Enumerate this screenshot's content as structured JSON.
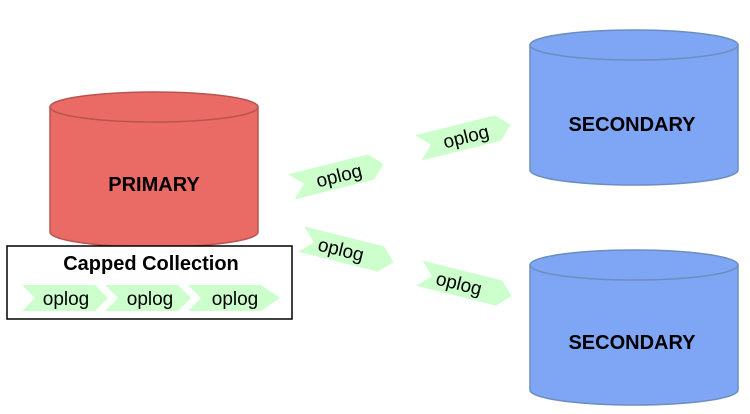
{
  "nodes": {
    "primary": {
      "label": "PRIMARY",
      "fill": "#EA6B66",
      "stroke": "#B85450"
    },
    "secondary_top": {
      "label": "SECONDARY",
      "fill": "#7EA6F4",
      "stroke": "#6C8EBF"
    },
    "secondary_bottom": {
      "label": "SECONDARY",
      "fill": "#7EA6F4",
      "stroke": "#6C8EBF"
    }
  },
  "capped_collection": {
    "title": "Capped Collection",
    "entries": [
      "oplog",
      "oplog",
      "oplog"
    ]
  },
  "replication_arrows": {
    "top_1": "oplog",
    "top_2": "oplog",
    "bottom_1": "oplog",
    "bottom_2": "oplog"
  },
  "colors": {
    "oplog_arrow": "#CCFFCC"
  }
}
